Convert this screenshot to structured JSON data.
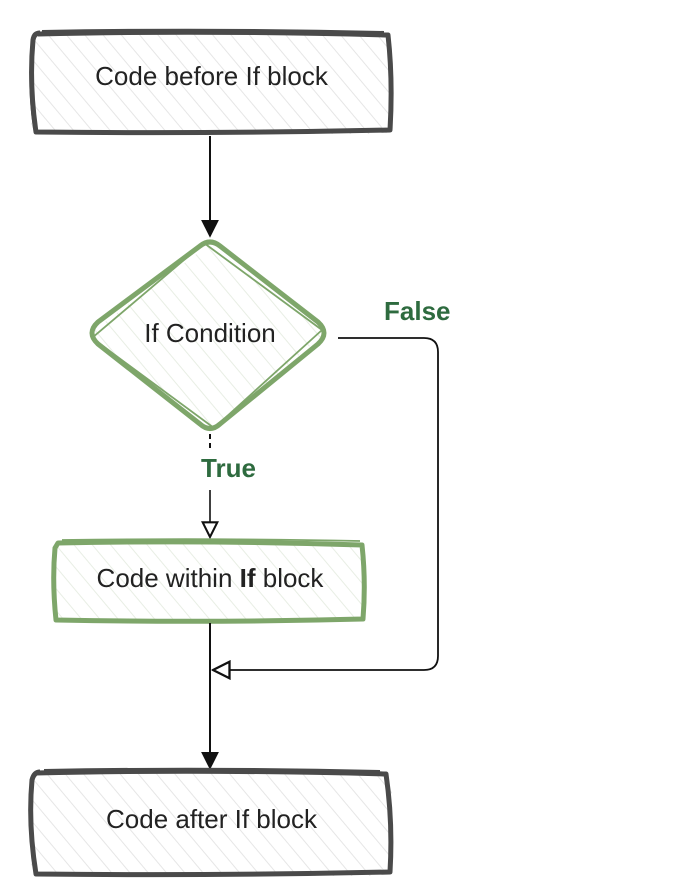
{
  "nodes": {
    "before": {
      "text": "Code before If block"
    },
    "condition": {
      "text": "If Condition"
    },
    "within": {
      "pre": "Code within ",
      "bold": "If",
      "post": " block"
    },
    "after": {
      "text": "Code after If block"
    }
  },
  "edges": {
    "true_label": "True",
    "false_label": "False"
  },
  "colors": {
    "stroke_dark": "#4a4a4a",
    "stroke_green": "#7ea66a",
    "hatch": "#e4e4e4",
    "label_green": "#2e6b3f",
    "arrow": "#111111"
  }
}
